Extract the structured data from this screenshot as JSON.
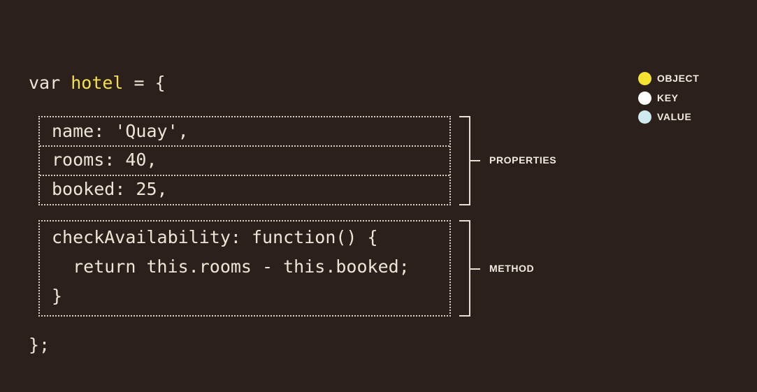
{
  "code": {
    "open": {
      "keyword": "var",
      "name": "hotel",
      "rest": " = {"
    },
    "properties": [
      {
        "key": "name",
        "value": "'Quay',"
      },
      {
        "key": "rooms",
        "value": "40,"
      },
      {
        "key": "booked",
        "value": "25,"
      }
    ],
    "method": {
      "line1": "checkAvailability: function() {",
      "line2": "  return this.rooms - this.booked;",
      "line3": "}"
    },
    "close": "};"
  },
  "annotations": {
    "properties": "PROPERTIES",
    "method": "METHOD"
  },
  "legend": [
    {
      "label": "OBJECT",
      "color": "#f6e332"
    },
    {
      "label": "KEY",
      "color": "#ffffff"
    },
    {
      "label": "VALUE",
      "color": "#cfe9f0"
    }
  ]
}
